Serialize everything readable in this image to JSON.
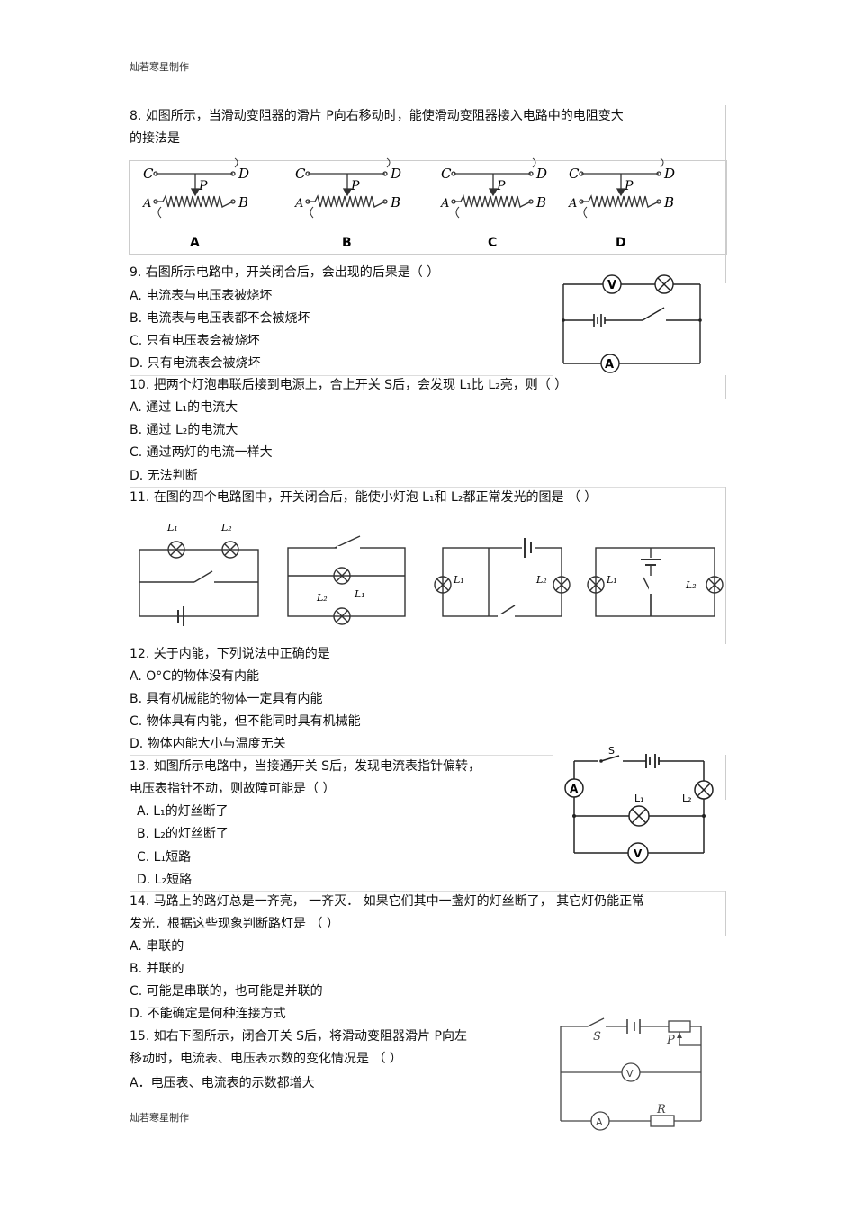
{
  "header": "灿若寒星制作",
  "footer": "灿若寒星制作",
  "q8": {
    "line1": "8.  如图所示，当滑动变阻器的滑片      P向右移动时，能使滑动变阻器接入电路中的电阻变大",
    "line2": "的接法是",
    "figure_labels": [
      "A",
      "B",
      "C",
      "D"
    ],
    "terminal_labels": {
      "c": "C",
      "d": "D",
      "a": "A",
      "b": "B",
      "p": "P"
    }
  },
  "q9": {
    "stem": "9.  右图所示电路中，开关闭合后，会出现的后果是（              ）",
    "options": [
      "A.  电流表与电压表被烧坏",
      "B.  电流表与电压表都不会被烧坏",
      "C.  只有电压表会被烧坏",
      "D.  只有电流表会被烧坏"
    ],
    "meters": {
      "v": "V",
      "a": "A"
    }
  },
  "q10": {
    "stem": "10.  把两个灯泡串联后接到电源上，合上开关        S后，会发现   L₁比  L₂亮，则（          ）",
    "options": [
      "A.  通过   L₁的电流大",
      "B.  通过   L₂的电流大",
      "C.  通过两灯的电流一样大",
      "D.  无法判断"
    ]
  },
  "q11": {
    "stem": "11.  在图的四个电路图中，开关闭合后，能使小灯泡          L₁和  L₂都正常发光的图是   （   ）",
    "lamp_labels": {
      "l1": "L₁",
      "l2": "L₂"
    }
  },
  "q12": {
    "stem": "12.  关于内能，下列说法中正确的是",
    "options": [
      "A.  O°C的物体没有内能",
      "B.  具有机械能的物体一定具有内能",
      "C.  物体具有内能，但不能同时具有机械能",
      "D.  物体内能大小与温度无关"
    ]
  },
  "q13": {
    "line1": "13.  如图所示电路中，当接通开关       S后，发现电流表指针偏转，",
    "line2": "电压表指针不动，则故障可能是（            ）",
    "options": [
      "A.   L₁的灯丝断了",
      "B.   L₂的灯丝断了",
      "C.   L₁短路",
      "D.   L₂短路"
    ],
    "figure_labels": {
      "s": "S",
      "l1": "L₁",
      "l2": "L₂",
      "a": "A",
      "v": "V"
    }
  },
  "q14": {
    "line1": "14.  马路上的路灯总是一齐亮，      一齐灭．  如果它们其中一盏灯的灯丝断了，      其它灯仍能正常",
    "line2": "发光．根据这些现象判断路灯是                      （        ）",
    "options": [
      "A.  串联的",
      "B.  并联的",
      "C.  可能是串联的，也可能是并联的",
      "D.  不能确定是何种连接方式"
    ]
  },
  "q15": {
    "line1": "15.  如右下图所示，闭合开关      S后，将滑动变阻器滑片     P向左",
    "line2": "移动时，电流表、电压表示数的变化情况是          （   ）",
    "option_a": "A．电压表、电流表的示数都增大",
    "figure_labels": {
      "s": "S",
      "p": "P",
      "v": "V",
      "a": "A",
      "r": "R"
    }
  }
}
